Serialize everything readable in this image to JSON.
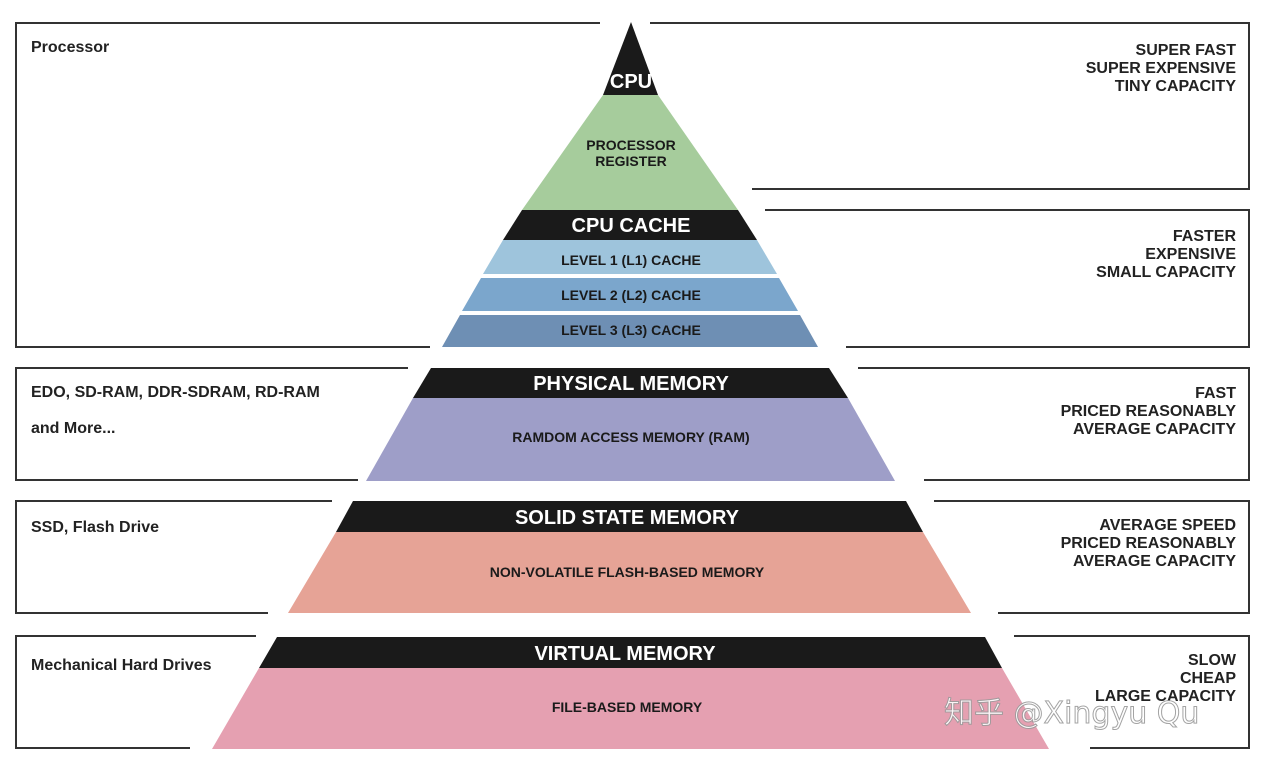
{
  "colors": {
    "black_band": "#1a1a1a",
    "register": "#a6cc9c",
    "l1": "#9ec4dc",
    "l2": "#7ba6cc",
    "l3": "#6e8fb4",
    "ram": "#9e9ec8",
    "ssd": "#e6a396",
    "virtual": "#e5a0b1"
  },
  "tiers": {
    "processor": {
      "left_label": "Processor",
      "right_lines": [
        "SUPER FAST",
        "SUPER EXPENSIVE",
        "TINY CAPACITY"
      ],
      "head": "CPU",
      "sub_lines": [
        "PROCESSOR",
        "REGISTER"
      ]
    },
    "cache": {
      "right_lines": [
        "FASTER",
        "EXPENSIVE",
        "SMALL CAPACITY"
      ],
      "head": "CPU CACHE",
      "levels": [
        "LEVEL 1 (L1) CACHE",
        "LEVEL 2 (L2) CACHE",
        "LEVEL 3 (L3) CACHE"
      ]
    },
    "physical": {
      "left_lines": [
        "EDO, SD-RAM, DDR-SDRAM, RD-RAM",
        "and More..."
      ],
      "right_lines": [
        "FAST",
        "PRICED REASONABLY",
        "AVERAGE CAPACITY"
      ],
      "head": "PHYSICAL MEMORY",
      "sub": "RAMDOM ACCESS MEMORY (RAM)"
    },
    "ssd": {
      "left_label": "SSD, Flash Drive",
      "right_lines": [
        "AVERAGE SPEED",
        "PRICED REASONABLY",
        "AVERAGE CAPACITY"
      ],
      "head": "SOLID STATE MEMORY",
      "sub": "NON-VOLATILE FLASH-BASED MEMORY"
    },
    "virtual": {
      "left_label": "Mechanical Hard Drives",
      "right_lines": [
        "SLOW",
        "CHEAP",
        "LARGE CAPACITY"
      ],
      "head": "VIRTUAL MEMORY",
      "sub": "FILE-BASED MEMORY"
    }
  },
  "watermark": "知乎 @Xingyu Qu"
}
